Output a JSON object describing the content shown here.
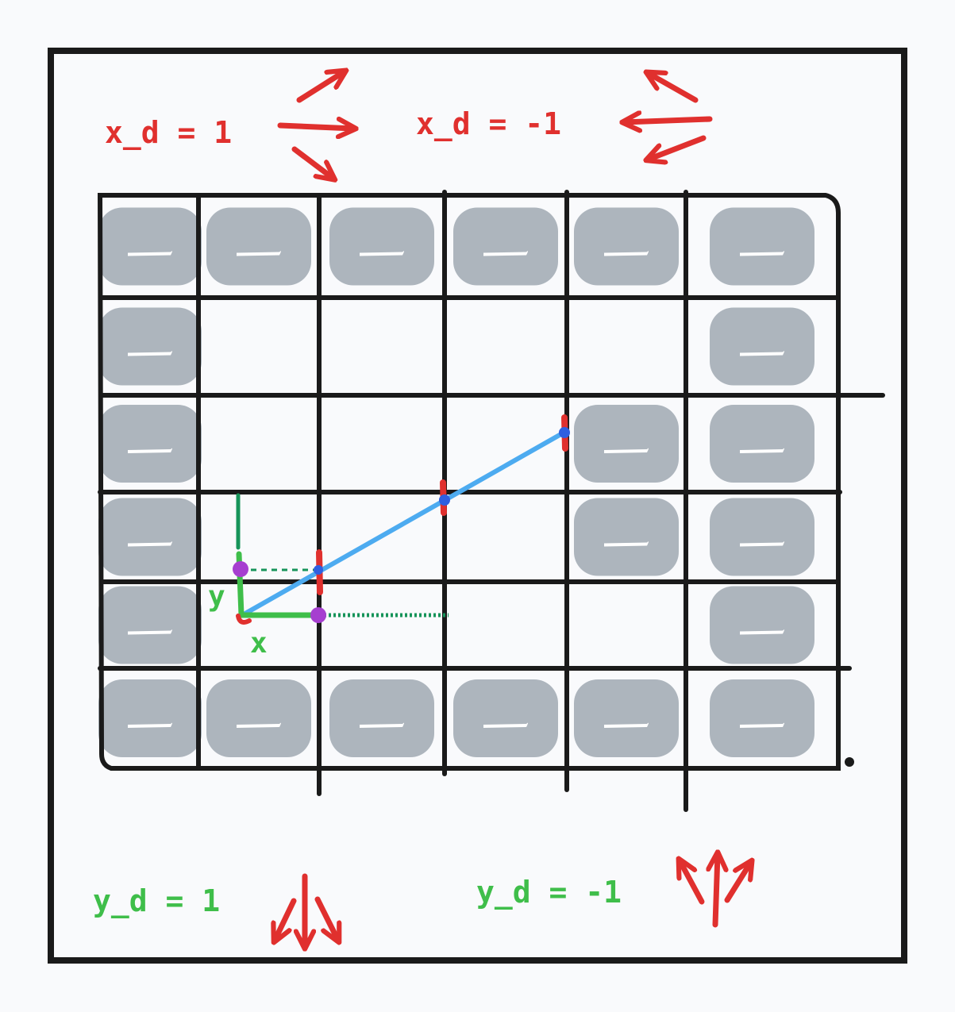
{
  "labels": {
    "xd_pos": "x_d = 1",
    "xd_neg": "x_d = -1",
    "yd_pos": "y_d = 1",
    "yd_neg": "y_d = -1",
    "x_axis": "x",
    "y_axis": "y"
  },
  "grid": {
    "cols": 6,
    "rows": 6,
    "wall_cells": [
      [
        0,
        0
      ],
      [
        1,
        0
      ],
      [
        2,
        0
      ],
      [
        3,
        0
      ],
      [
        4,
        0
      ],
      [
        5,
        0
      ],
      [
        0,
        1
      ],
      [
        5,
        1
      ],
      [
        0,
        2
      ],
      [
        4,
        2
      ],
      [
        5,
        2
      ],
      [
        0,
        3
      ],
      [
        4,
        3
      ],
      [
        5,
        3
      ],
      [
        0,
        4
      ],
      [
        5,
        4
      ],
      [
        0,
        5
      ],
      [
        1,
        5
      ],
      [
        2,
        5
      ],
      [
        3,
        5
      ],
      [
        4,
        5
      ],
      [
        5,
        5
      ]
    ]
  },
  "colors": {
    "frame": "#1a1a1a",
    "grid": "#1a1a1a",
    "wall": "#adb5bd",
    "ray": "#4dabf0",
    "crossing": "#e0302e",
    "arrow": "#e0302e",
    "axis_green": "#3fbe4a",
    "axis_dark_green": "#17945a",
    "point_purple": "#a63fd0",
    "point_blue": "#2f5fe0"
  }
}
